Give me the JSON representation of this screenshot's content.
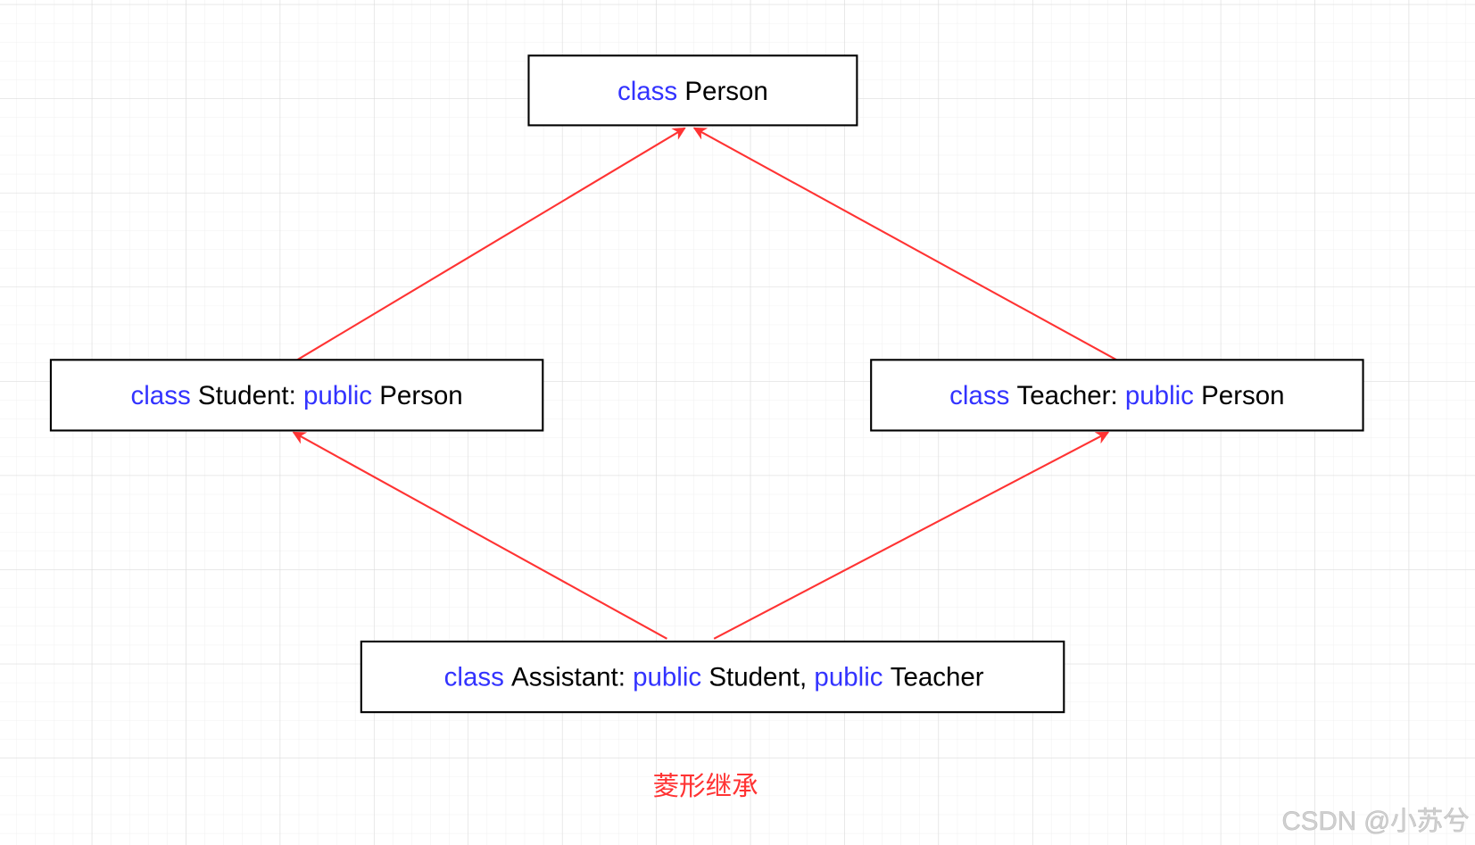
{
  "colors": {
    "keyword": "#3333ff",
    "text": "#000000",
    "arrow": "#ff3333",
    "caption": "#ff3333",
    "grid_major": "#d9d9d9",
    "grid_minor": "#f0f0f0"
  },
  "nodes": {
    "person": {
      "kw1": "class",
      "t1": "Person"
    },
    "student": {
      "kw1": "class",
      "t1": "Student:",
      "kw2": "public",
      "t2": "Person"
    },
    "teacher": {
      "kw1": "class",
      "t1": "Teacher:",
      "kw2": "public",
      "t2": "Person"
    },
    "assistant": {
      "kw1": "class",
      "t1": "Assistant:",
      "kw2": "public",
      "t2": "Student,",
      "kw3": "public",
      "t3": "Teacher"
    }
  },
  "edges": [
    {
      "from": "student",
      "to": "person"
    },
    {
      "from": "teacher",
      "to": "person"
    },
    {
      "from": "assistant",
      "to": "student"
    },
    {
      "from": "assistant",
      "to": "teacher"
    }
  ],
  "caption": "菱形继承",
  "watermark": "CSDN @小苏兮"
}
